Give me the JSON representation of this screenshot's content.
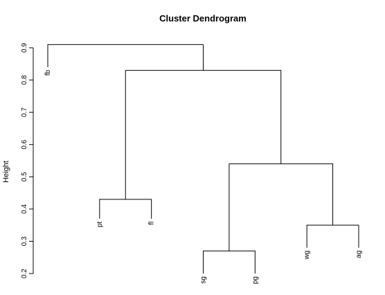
{
  "chart_data": {
    "type": "dendrogram",
    "title": "Cluster Dendrogram",
    "ylabel": "Height",
    "xlabel": "",
    "ylim": [
      0.2,
      0.9
    ],
    "yticks": [
      0.2,
      0.3,
      0.4,
      0.5,
      0.6,
      0.7,
      0.8,
      0.9
    ],
    "ytick_labels": [
      "0.2",
      "0.3",
      "0.4",
      "0.5",
      "0.6",
      "0.7",
      "0.8",
      "0.9"
    ],
    "leaves": [
      {
        "label": "fb",
        "order": 0
      },
      {
        "label": "pt",
        "order": 1
      },
      {
        "label": "fl",
        "order": 2
      },
      {
        "label": "sg",
        "order": 3
      },
      {
        "label": "pg",
        "order": 4
      },
      {
        "label": "wg",
        "order": 5
      },
      {
        "label": "ag",
        "order": 6
      }
    ],
    "merges": [
      {
        "id": "m1",
        "left": "pt",
        "right": "fl",
        "height": 0.43
      },
      {
        "id": "m2",
        "left": "sg",
        "right": "pg",
        "height": 0.27
      },
      {
        "id": "m3",
        "left": "wg",
        "right": "ag",
        "height": 0.35
      },
      {
        "id": "m4",
        "left": "m2",
        "right": "m3",
        "height": 0.54
      },
      {
        "id": "m5",
        "left": "m1",
        "right": "m4",
        "height": 0.83
      },
      {
        "id": "m6",
        "left": "fb",
        "right": "m5",
        "height": 0.91
      }
    ],
    "leaf_heights": {
      "fb": 0.84,
      "pt": 0.37,
      "fl": 0.37,
      "sg": 0.2,
      "pg": 0.2,
      "wg": 0.28,
      "ag": 0.28
    }
  }
}
